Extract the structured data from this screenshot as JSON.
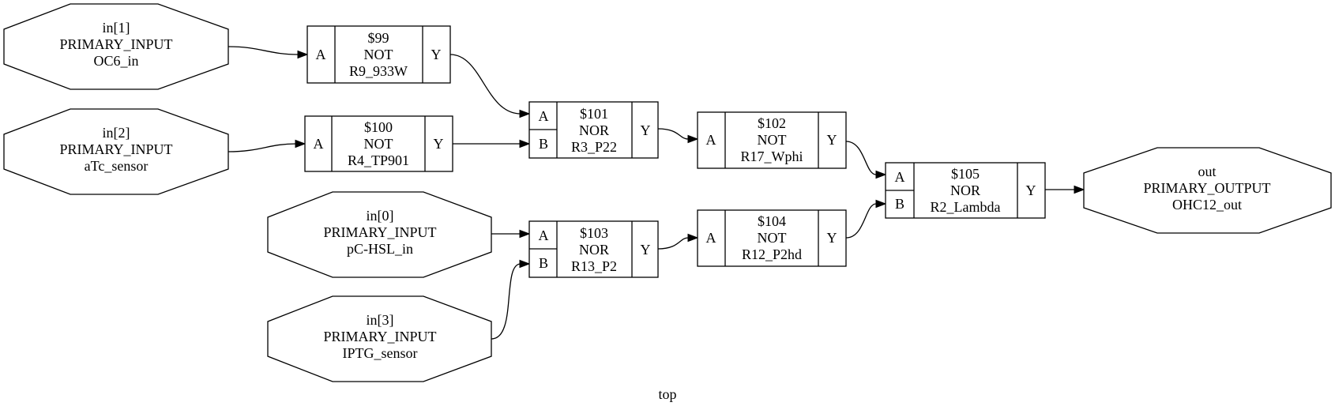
{
  "graph_label": "top",
  "inputs": [
    {
      "id": "in1",
      "lines": [
        "in[1]",
        "PRIMARY_INPUT",
        "OC6_in"
      ]
    },
    {
      "id": "in2",
      "lines": [
        "in[2]",
        "PRIMARY_INPUT",
        "aTc_sensor"
      ]
    },
    {
      "id": "in0",
      "lines": [
        "in[0]",
        "PRIMARY_INPUT",
        "pC-HSL_in"
      ]
    },
    {
      "id": "in3",
      "lines": [
        "in[3]",
        "PRIMARY_INPUT",
        "IPTG_sensor"
      ]
    }
  ],
  "output": {
    "id": "out",
    "lines": [
      "out",
      "PRIMARY_OUTPUT",
      "OHC12_out"
    ]
  },
  "gates": [
    {
      "id": "g99",
      "lines": [
        "$99",
        "NOT",
        "R9_933W"
      ],
      "ports_in": [
        "A"
      ],
      "port_out": "Y"
    },
    {
      "id": "g100",
      "lines": [
        "$100",
        "NOT",
        "R4_TP901"
      ],
      "ports_in": [
        "A"
      ],
      "port_out": "Y"
    },
    {
      "id": "g101",
      "lines": [
        "$101",
        "NOR",
        "R3_P22"
      ],
      "ports_in": [
        "A",
        "B"
      ],
      "port_out": "Y"
    },
    {
      "id": "g102",
      "lines": [
        "$102",
        "NOT",
        "R17_Wphi"
      ],
      "ports_in": [
        "A"
      ],
      "port_out": "Y"
    },
    {
      "id": "g103",
      "lines": [
        "$103",
        "NOR",
        "R13_P2"
      ],
      "ports_in": [
        "A",
        "B"
      ],
      "port_out": "Y"
    },
    {
      "id": "g104",
      "lines": [
        "$104",
        "NOT",
        "R12_P2hd"
      ],
      "ports_in": [
        "A"
      ],
      "port_out": "Y"
    },
    {
      "id": "g105",
      "lines": [
        "$105",
        "NOR",
        "R2_Lambda"
      ],
      "ports_in": [
        "A",
        "B"
      ],
      "port_out": "Y"
    }
  ],
  "edges": [
    {
      "from": "in1",
      "to": "g99",
      "port": "A"
    },
    {
      "from": "in2",
      "to": "g100",
      "port": "A"
    },
    {
      "from": "g99",
      "to": "g101",
      "port": "A"
    },
    {
      "from": "g100",
      "to": "g101",
      "port": "B"
    },
    {
      "from": "g101",
      "to": "g102",
      "port": "A"
    },
    {
      "from": "in0",
      "to": "g103",
      "port": "A"
    },
    {
      "from": "in3",
      "to": "g103",
      "port": "B"
    },
    {
      "from": "g103",
      "to": "g104",
      "port": "A"
    },
    {
      "from": "g102",
      "to": "g105",
      "port": "A"
    },
    {
      "from": "g104",
      "to": "g105",
      "port": "B"
    },
    {
      "from": "g105",
      "to": "out",
      "port": "in"
    }
  ]
}
